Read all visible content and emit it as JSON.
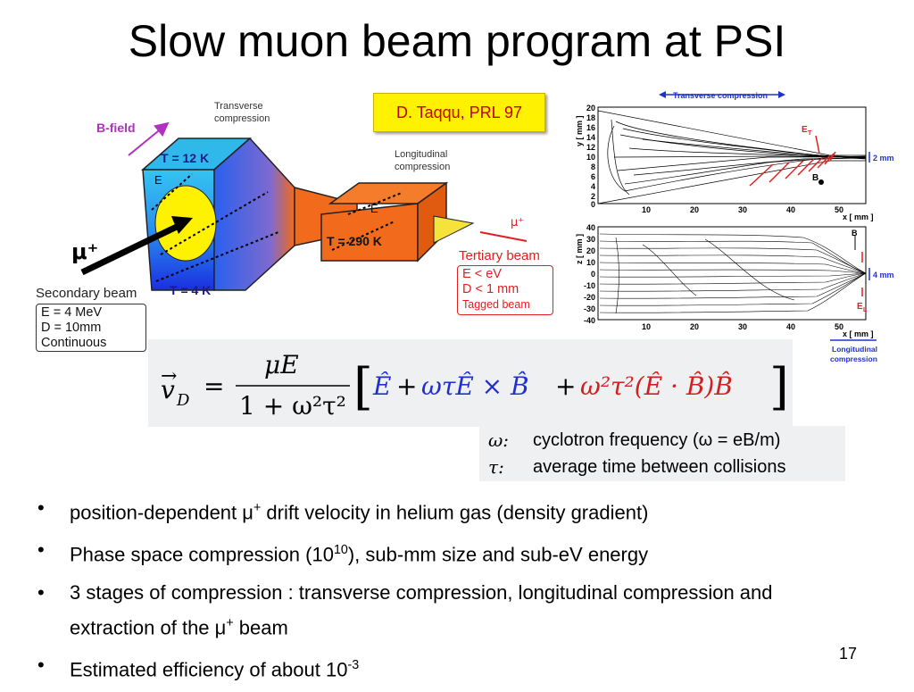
{
  "slide": {
    "title": "Slow muon beam program at PSI",
    "page_number": "17",
    "reference": "D. Taqqu, PRL 97"
  },
  "diagram": {
    "b_field": "B-field",
    "transverse_compression": [
      "Transverse",
      "compression"
    ],
    "longitudinal_compression": [
      "Longitudinal",
      "compression"
    ],
    "t_top": "T = 12 K",
    "t_bottom": "T = 4 K",
    "t_right": "T = 290 K",
    "e_label": "E",
    "muon_in": "μ⁺",
    "muon_out": "μ⁺",
    "secondary_beam": {
      "title": "Secondary beam",
      "lines": [
        "E = 4 MeV",
        "D = 10mm",
        "Continuous"
      ]
    },
    "tertiary_beam": {
      "title": "Tertiary beam",
      "lines": [
        "E < eV",
        "D < 1 mm",
        "Tagged beam"
      ]
    },
    "colors": {
      "cyan": "#2bb8ea",
      "blue": "#1f3fe0",
      "orange": "#f26a1b",
      "yellow": "#fff200",
      "red": "#e02020",
      "purple": "#b030c0"
    }
  },
  "plots": {
    "top": {
      "ylabel": "y [ mm ]",
      "xlabel": "x [ mm ]",
      "yticks": [
        "20",
        "18",
        "16",
        "14",
        "12",
        "10",
        "8",
        "6",
        "4",
        "2",
        "0"
      ],
      "xticks": [
        "10",
        "20",
        "30",
        "40",
        "50"
      ],
      "header": "Transverse compression",
      "side_label": "2 mm",
      "e_field": "E",
      "e_sub": "T",
      "b_label": "B"
    },
    "bottom": {
      "ylabel": "z [ mm ]",
      "xlabel": "x [ mm ]",
      "yticks": [
        "40",
        "30",
        "20",
        "10",
        "0",
        "-10",
        "-20",
        "-30",
        "-40"
      ],
      "xticks": [
        "10",
        "20",
        "30",
        "40",
        "50"
      ],
      "footer": [
        "Longitudinal",
        "compression"
      ],
      "side_label": "4 mm",
      "e_field": "E",
      "e_sub": "L",
      "b_label": "B"
    }
  },
  "equation": {
    "lhs": "v",
    "lhs_sub": "D",
    "numerator": "μE",
    "denominator": "1 + ω²τ²",
    "term1": "Ê",
    "plus1": "+",
    "term2": "ωτÊ × B̂",
    "plus2": "+",
    "term3": "ω²τ²(Ê · B̂)B̂"
  },
  "legend": [
    {
      "symbol": "ω:",
      "text": "cyclotron frequency (ω = eB/m)"
    },
    {
      "symbol": "τ:",
      "text": "average time between collisions"
    }
  ],
  "bullets": [
    {
      "pre": "position-dependent μ",
      "sup": "+",
      "post": " drift velocity in helium gas (density gradient)"
    },
    {
      "pre": "Phase space compression (10",
      "sup": "10",
      "post": "), sub-mm size and sub-eV energy"
    },
    {
      "pre": "3 stages of compression : transverse compression, longitudinal compression and extraction of the μ",
      "sup": "+",
      "post": " beam"
    },
    {
      "pre": "Estimated efficiency of about 10",
      "sup": "-3",
      "post": ""
    }
  ]
}
